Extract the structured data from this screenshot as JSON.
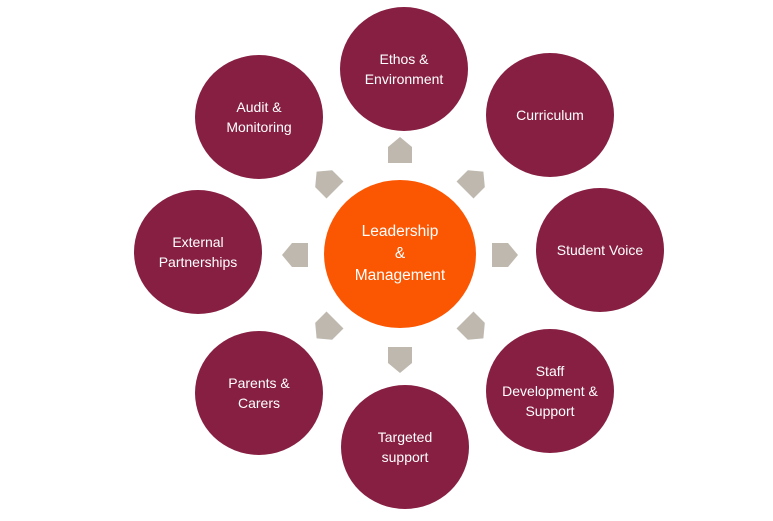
{
  "colors": {
    "outer": "#861f41",
    "center": "#fb5602",
    "arrow": "#bfb8ae",
    "text": "#ffffff",
    "background": "#ffffff"
  },
  "center": {
    "label": "Leadership\n&\nManagement"
  },
  "nodes": [
    {
      "id": "ethos",
      "label": "Ethos &\nEnvironment"
    },
    {
      "id": "curriculum",
      "label": "Curriculum"
    },
    {
      "id": "student-voice",
      "label": "Student Voice"
    },
    {
      "id": "staff-development",
      "label": "Staff\nDevelopment &\nSupport"
    },
    {
      "id": "targeted-support",
      "label": "Targeted\nsupport"
    },
    {
      "id": "parents-carers",
      "label": "Parents &\nCarers"
    },
    {
      "id": "external-partnerships",
      "label": "External\nPartnerships"
    },
    {
      "id": "audit-monitoring",
      "label": "Audit &\nMonitoring"
    }
  ]
}
